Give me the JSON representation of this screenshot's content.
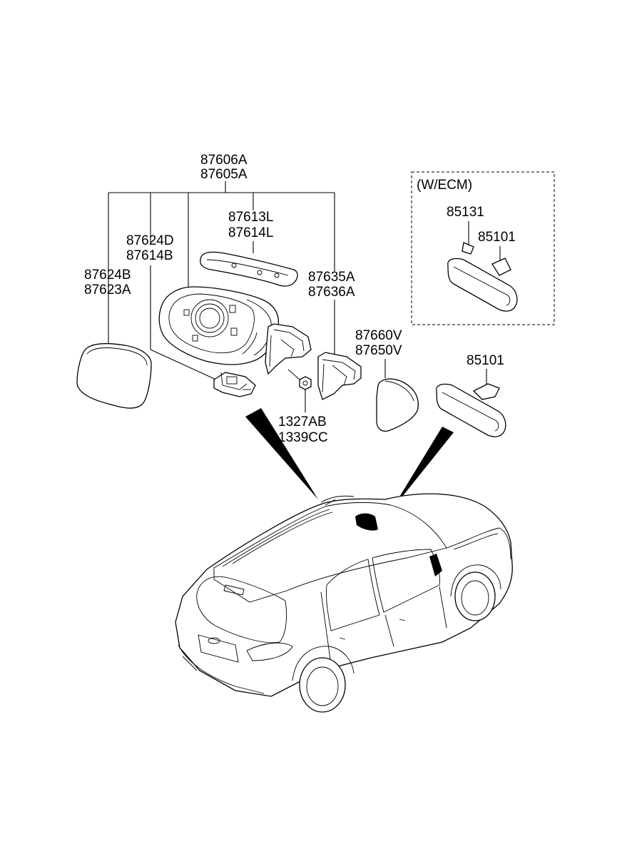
{
  "labels": {
    "assy_a": "87606A",
    "assy_b": "87605A",
    "cover_a": "87613L",
    "cover_b": "87614L",
    "actuator_a": "87624D",
    "actuator_b": "87614B",
    "glass_a": "87624B",
    "glass_b": "87623A",
    "base_a": "87635A",
    "base_b": "87636A",
    "nut_a": "1327AB",
    "nut_b": "1339CC",
    "cap_a": "87660V",
    "cap_b": "87650V",
    "inner_mirror": "85101",
    "ecm_title": "(W/ECM)",
    "ecm_part_a": "85131",
    "ecm_part_b": "85101"
  }
}
